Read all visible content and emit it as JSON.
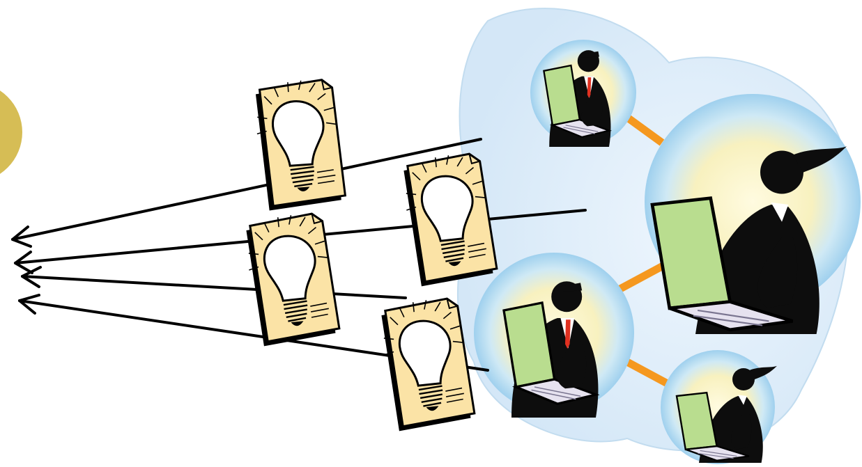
{
  "colors": {
    "background": "#ffffff",
    "gold_circle": "#d6bd55",
    "bubble": "#dcecf9",
    "bubble_edge": "#b9d6ee",
    "halo_inner": "#fdf6c4",
    "halo_outer": "#bcdff3",
    "connector": "#f5981f",
    "note": "#fbe3a6",
    "note_shadow": "#000000",
    "laptop": "#b9dd8f",
    "keyboard": "#e6e2ef",
    "tie": "#e03020",
    "silhouette": "#0d0d0d",
    "arrow": "#000000"
  },
  "icons": {
    "gold_circle": "circle-shape",
    "background_cloud": "cloud-shape",
    "people": "person-with-laptop-icon",
    "idea_notes": "lightbulb-note-icon",
    "connectors": "connector-line",
    "arrows": "arrow-left-icon"
  },
  "counts": {
    "idea_notes": 4,
    "people": 4,
    "arrows": 4
  }
}
